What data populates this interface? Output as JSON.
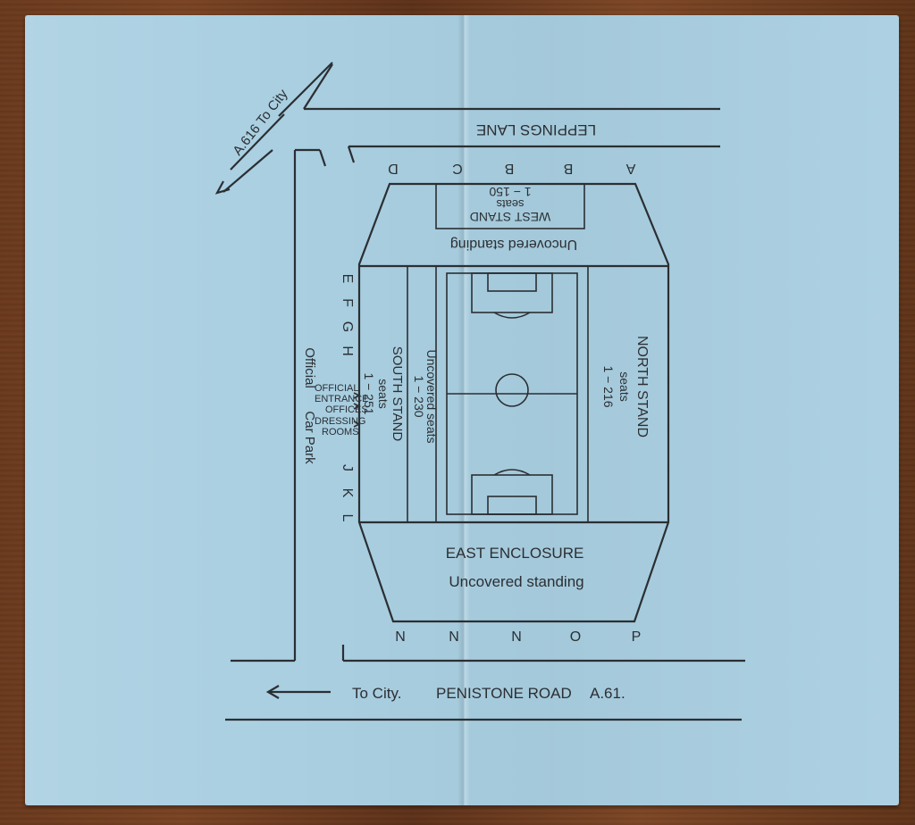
{
  "roads": {
    "leppings_lane": "LEPPINGS LANE",
    "a616": "A.616 To City",
    "to_city": "To City.",
    "penistone_road": "PENISTONE ROAD",
    "a61": "A.61."
  },
  "gates": {
    "top": [
      "A",
      "B",
      "C",
      "D"
    ],
    "top_order": [
      "D",
      "C",
      "B",
      "A"
    ],
    "left_top": [
      "E",
      "F",
      "G",
      "H"
    ],
    "left_bottom": [
      "J",
      "K",
      "L"
    ],
    "bottom": [
      "N",
      "N",
      "N",
      "O",
      "P"
    ]
  },
  "stands": {
    "west_title": "WEST STAND",
    "west_seats_label": "seats",
    "west_seats_range": "1 − 150",
    "west_standing": "Uncovered standing",
    "north_title": "NORTH STAND",
    "north_seats_label": "seats",
    "north_seats_range": "1 − 216",
    "south_title": "SOUTH STAND",
    "south_seats_label": "seats",
    "south_seats_range": "1 − 251",
    "south_uncovered": "Uncovered seats",
    "south_uncovered_range": "1 − 230",
    "east_title": "EAST ENCLOSURE",
    "east_standing": "Uncovered standing"
  },
  "annotations": {
    "official": "OFFICIAL",
    "entrance": "ENTRANCE",
    "offices": "OFFICES",
    "dressing": "DRESSING",
    "rooms": "ROOMS",
    "official_car_park_1": "Official",
    "official_car_park_2": "Car Park"
  },
  "colors": {
    "ticket": "#a9cfe1",
    "ink": "#2b2f33",
    "wood": "#6b3a1e"
  }
}
